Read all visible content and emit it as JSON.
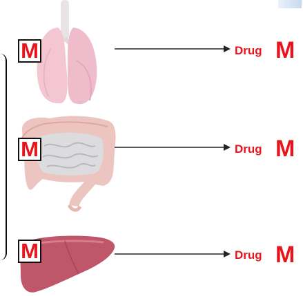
{
  "rows": [
    {
      "organ": "lungs",
      "marker": "M",
      "drug_word": "Drug",
      "drug_marker": "M"
    },
    {
      "organ": "intestines",
      "marker": "M",
      "drug_word": "Drug",
      "drug_marker": "M"
    },
    {
      "organ": "liver",
      "marker": "M",
      "drug_word": "Drug",
      "drug_marker": "M"
    }
  ],
  "colors": {
    "label_red": "#e8141b",
    "lung_pink": "#f3c6d2",
    "intestine_pink": "#ecc4c0",
    "liver_rose": "#c0566a"
  }
}
